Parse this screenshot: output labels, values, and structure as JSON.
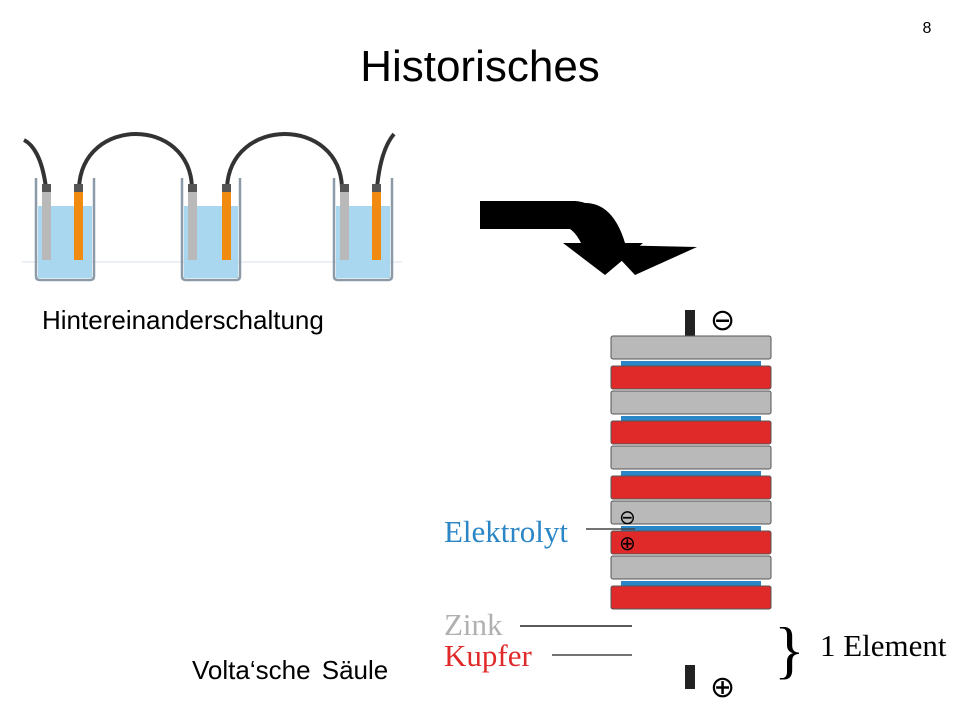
{
  "slide": {
    "number": "8",
    "title": "Historisches"
  },
  "left": {
    "caption": "Hintereinanderschaltung"
  },
  "pile": {
    "caption": "Volta‘sche Säule",
    "labels": {
      "electrolyte": "Elektrolyt",
      "zinc": "Zink",
      "copper": "Kupfer",
      "element": "1 Element"
    },
    "pole_minus": "⊖",
    "pole_plus": "⊕",
    "mini_minus": "⊖",
    "mini_plus": "⊕"
  },
  "colors": {
    "zinc": "#b9b9b9",
    "copper": "#e02a2a",
    "electrolyte": "#2a86c7",
    "water": "#a9d7ef"
  },
  "icons": {
    "arrow": "curved-arrow-icon",
    "beaker": "beaker-icon"
  }
}
